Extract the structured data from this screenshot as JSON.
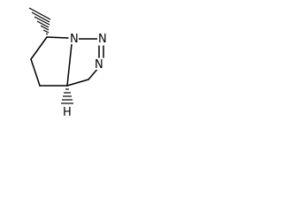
{
  "structure": {
    "atoms": [
      {
        "id": "N1",
        "label": "N"
      },
      {
        "id": "N2",
        "label": "N"
      },
      {
        "id": "N3",
        "label": "N"
      },
      {
        "id": "H3a",
        "label": "H"
      }
    ],
    "bond_color": "#000000",
    "atom_color": "#000000",
    "background": "#ffffff"
  }
}
